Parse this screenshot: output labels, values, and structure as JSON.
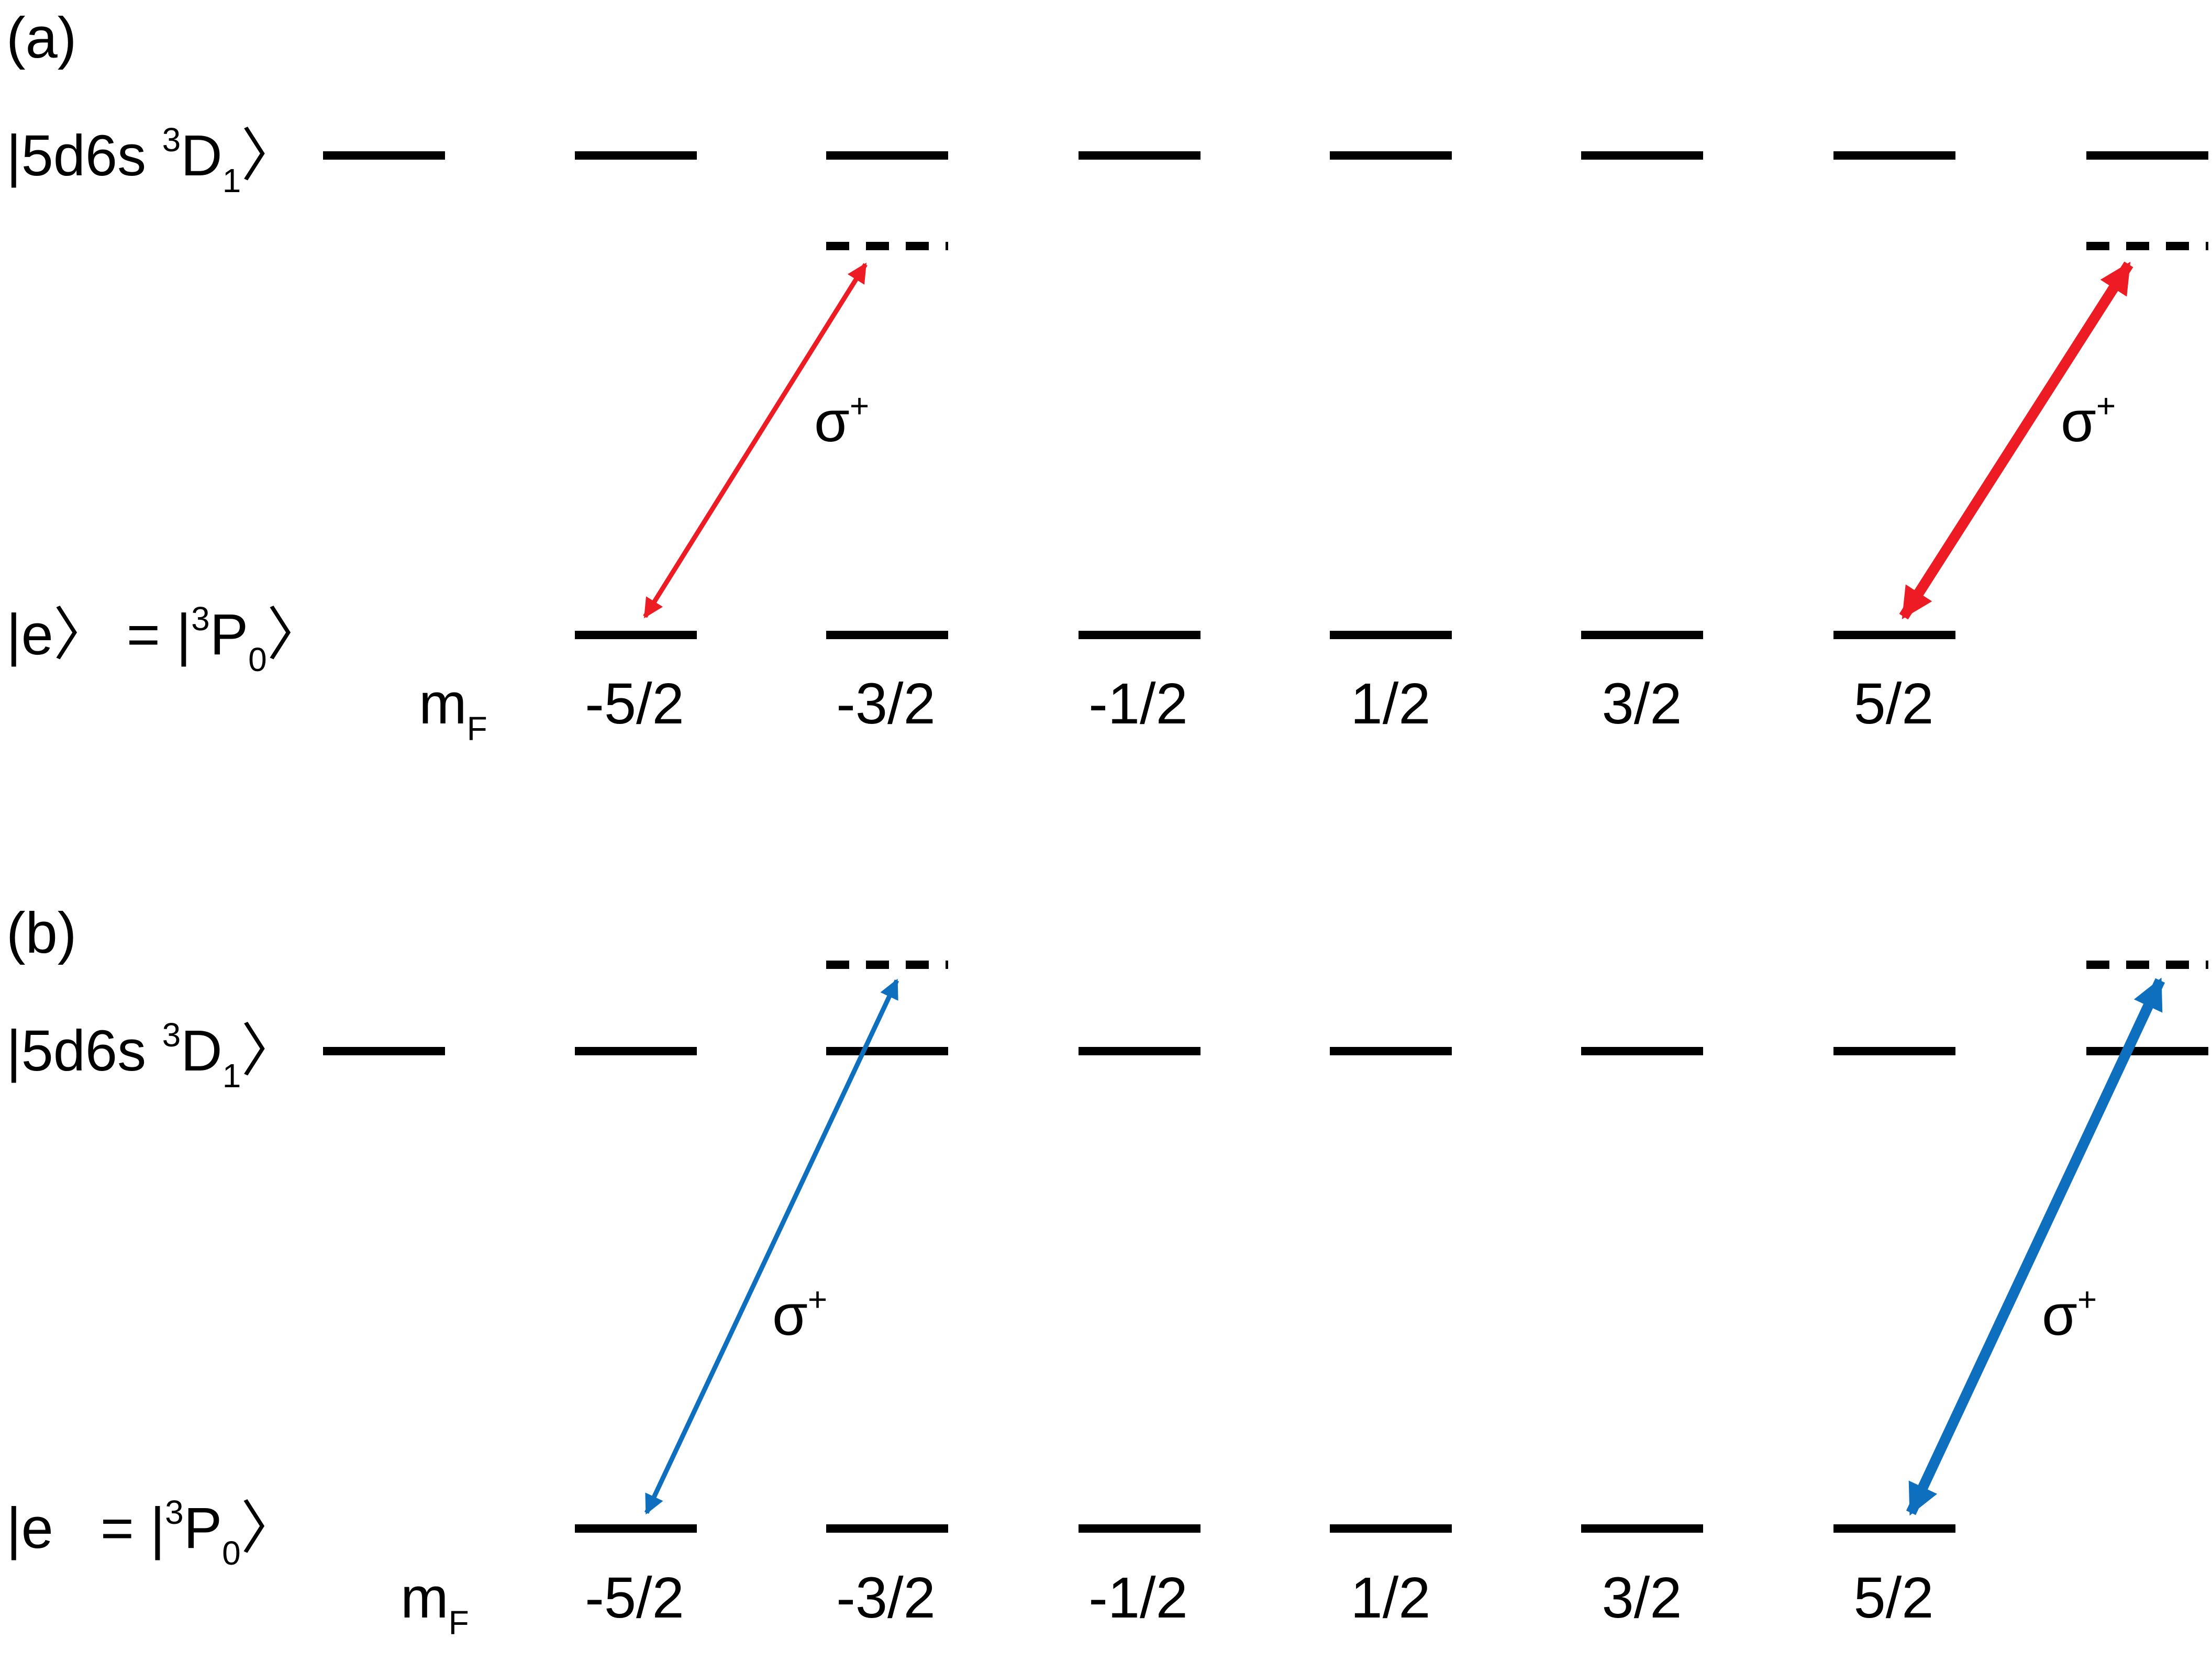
{
  "panels": [
    {
      "id": "a",
      "panel_label": "(a)",
      "upper_state": {
        "bar": "|",
        "label": "5d6s ",
        "sup": "3",
        "main": "D",
        "sub": "1",
        "close": "〉"
      },
      "lower_state": {
        "bar": "|",
        "label": "e",
        "close": "〉",
        "equals": "= |",
        "sup": "3",
        "main": "P",
        "sub": "0",
        "close2": "〉"
      },
      "mf_label": {
        "main": "m",
        "sub": "F"
      },
      "mf_values": [
        "-5/2",
        "-3/2",
        "-1/2",
        "1/2",
        "3/2",
        "5/2"
      ],
      "transition_labels": [
        {
          "main": "σ",
          "sup": "+"
        },
        {
          "main": "σ",
          "sup": "+"
        }
      ],
      "arrow_color": "#ED1C24"
    },
    {
      "id": "b",
      "panel_label": "(b)",
      "upper_state": {
        "bar": "|",
        "label": "5d6s ",
        "sup": "3",
        "main": "D",
        "sub": "1",
        "close": "〉"
      },
      "lower_state": {
        "bar": "|",
        "label": "e",
        "close": "",
        "equals": "= |",
        "sup": "3",
        "main": "P",
        "sub": "0",
        "close2": "〉"
      },
      "mf_label": {
        "main": "m",
        "sub": "F"
      },
      "mf_values": [
        "-5/2",
        "-3/2",
        "-1/2",
        "1/2",
        "3/2",
        "5/2"
      ],
      "transition_labels": [
        {
          "main": "σ",
          "sup": "+"
        },
        {
          "main": "σ",
          "sup": "+"
        }
      ],
      "arrow_color": "#0F6FBF"
    }
  ]
}
